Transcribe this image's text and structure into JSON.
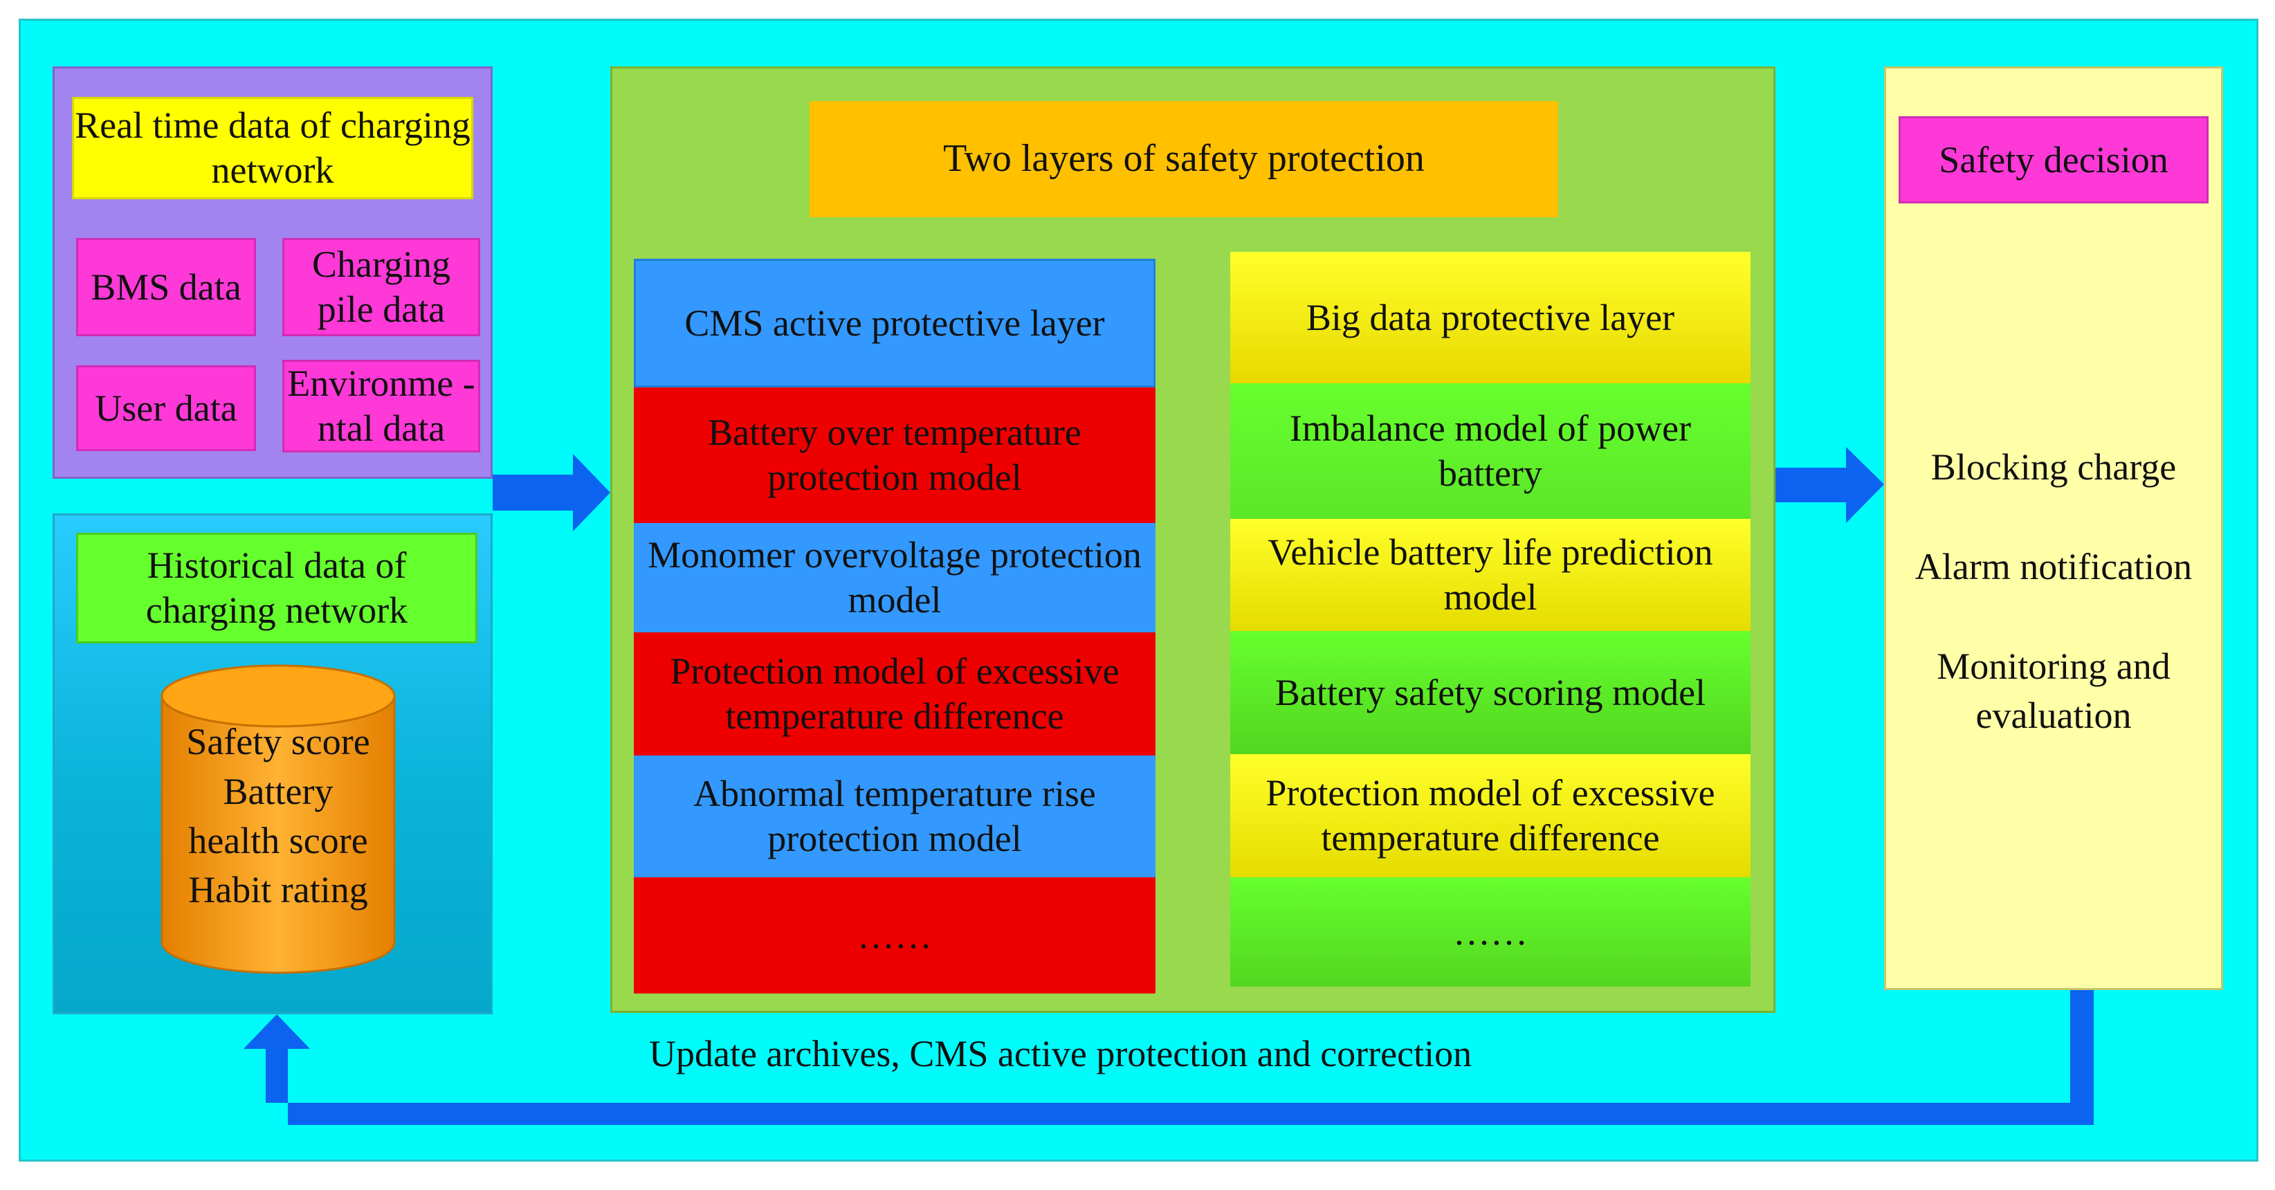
{
  "realtime": {
    "title": "Real time data of charging network",
    "bms": "BMS data",
    "pile": "Charging pile data",
    "user": "User data",
    "env": "Environme -ntal data"
  },
  "historical": {
    "title": "Historical data of charging network",
    "scores": [
      "Safety score",
      "Battery",
      "health score",
      "Habit rating"
    ]
  },
  "middle": {
    "title": "Two layers of safety protection",
    "cms": {
      "header": "CMS active protective layer",
      "items": [
        "Battery over temperature protection model",
        "Monomer overvoltage protection model",
        "Protection model of excessive temperature difference",
        "Abnormal temperature rise protection model",
        "……"
      ]
    },
    "bigdata": {
      "header": "Big data protective layer",
      "items": [
        "Imbalance model of power battery",
        "Vehicle battery life prediction model",
        "Battery safety scoring model",
        "Protection model of excessive temperature difference",
        "……"
      ]
    }
  },
  "decision": {
    "title": "Safety decision",
    "items": [
      "Blocking charge",
      "Alarm notification",
      "Monitoring and evaluation"
    ]
  },
  "feedback_caption": "Update archives, CMS active protection and correction",
  "colors": {
    "background": "#00fbfb",
    "realtime_panel": "#a184f0",
    "historical_panel": "#0ab3d8",
    "middle_panel": "#98d94e",
    "decision_panel": "#ffffa8",
    "magenta": "#ff39d8",
    "yellow": "#ffff00",
    "green": "#66ff2e",
    "orange": "#ffc000",
    "blue": "#3399ff",
    "red": "#ee0000",
    "cylinder": "#f59200",
    "arrow": "#0b63f0"
  }
}
